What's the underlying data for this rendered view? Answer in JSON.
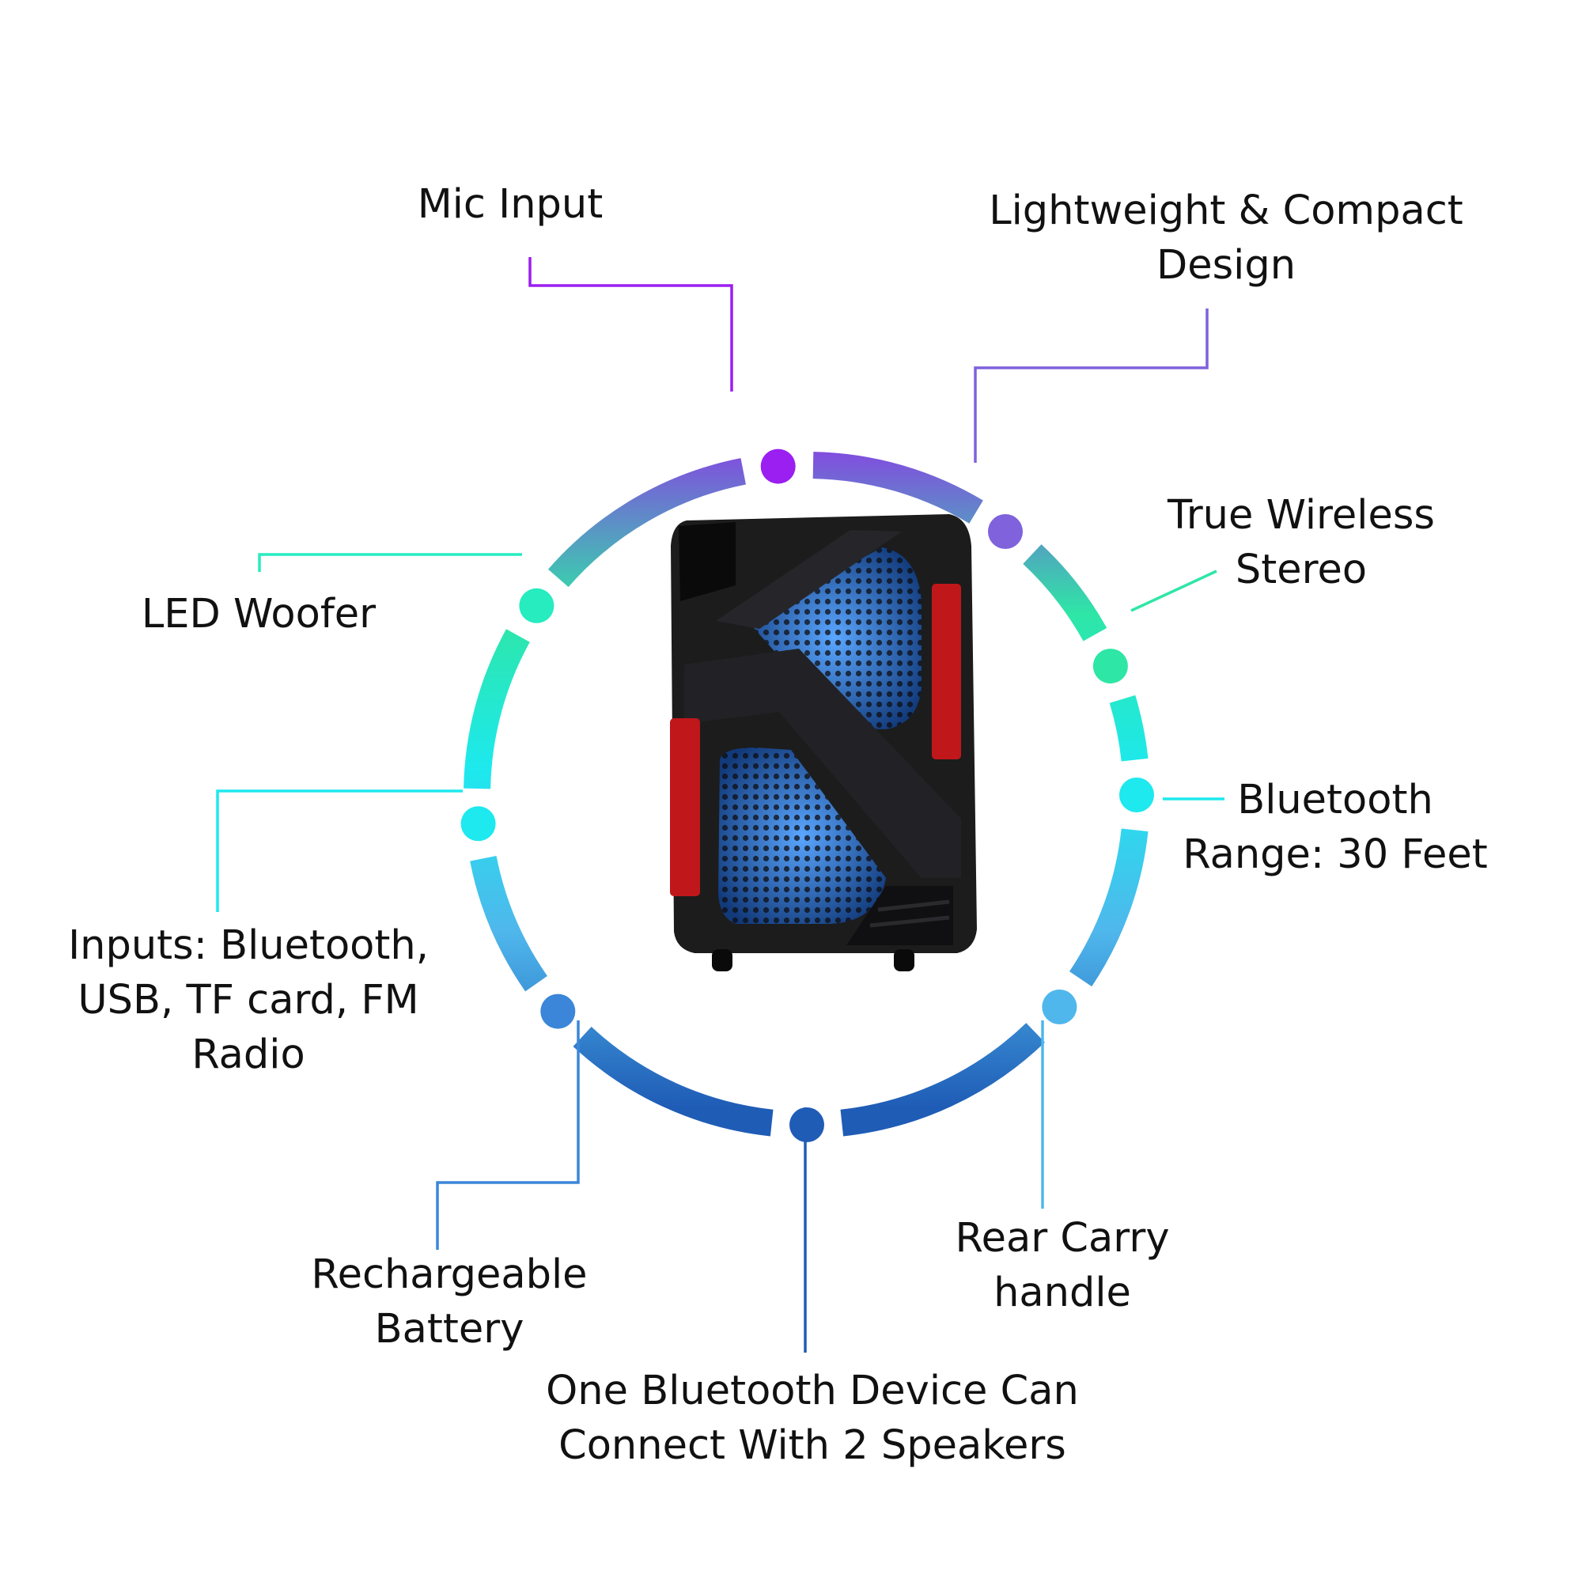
{
  "colors": {
    "purple": "#9a1ff0",
    "violet": "#7f62dc",
    "mint": "#2ee6a6",
    "green_cyan": "#26ecc0",
    "cyan": "#1de9ee",
    "sky": "#4fb7ec",
    "blue_mid": "#3b86d8",
    "blue_deep": "#1f5cb6",
    "speaker_body": "#1c1c1c",
    "speaker_red": "#c0171b",
    "grille_blue": "#2f7bd8"
  },
  "product_image": {
    "icon": "portable-speaker-icon"
  },
  "features": [
    {
      "id": "mic-input",
      "lines": [
        "Mic Input"
      ]
    },
    {
      "id": "lightweight-compact",
      "lines": [
        "Lightweight & Compact",
        "Design"
      ]
    },
    {
      "id": "true-wireless-stereo",
      "lines": [
        "True Wireless",
        "Stereo"
      ]
    },
    {
      "id": "bluetooth-range",
      "lines": [
        "Bluetooth",
        "Range: 30 Feet"
      ]
    },
    {
      "id": "rear-carry-handle",
      "lines": [
        "Rear Carry",
        "handle"
      ]
    },
    {
      "id": "one-device-two-speakers",
      "lines": [
        "One Bluetooth Device Can",
        "Connect With 2 Speakers"
      ]
    },
    {
      "id": "rechargeable-battery",
      "lines": [
        "Rechargeable",
        "Battery"
      ]
    },
    {
      "id": "inputs",
      "lines": [
        "Inputs: Bluetooth,",
        "USB, TF card, FM",
        "Radio"
      ]
    },
    {
      "id": "led-woofer",
      "lines": [
        "LED Woofer"
      ]
    }
  ]
}
